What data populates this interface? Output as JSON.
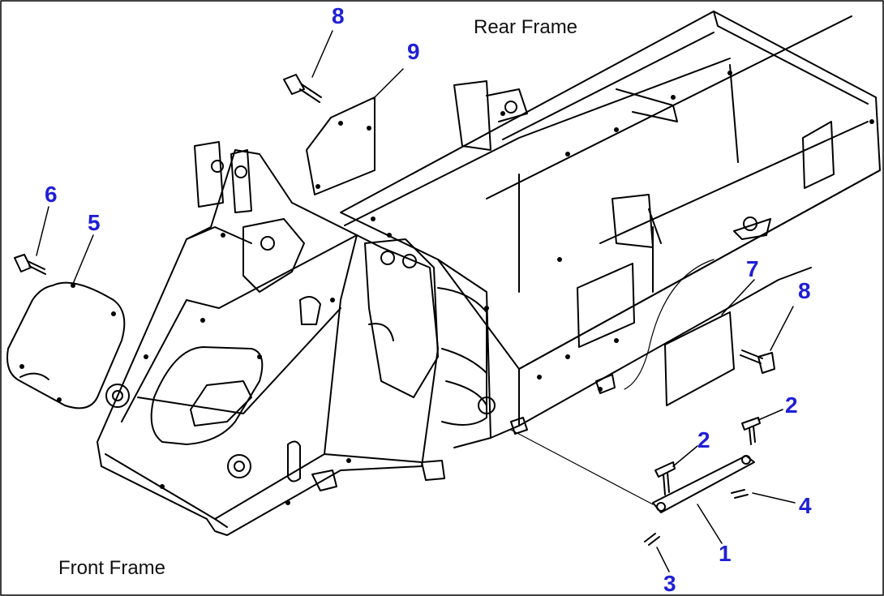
{
  "labels": {
    "rear_frame": "Rear Frame",
    "front_frame": "Front Frame"
  },
  "callouts": {
    "c1": "1",
    "c2a": "2",
    "c2b": "2",
    "c3": "3",
    "c4": "4",
    "c5": "5",
    "c6": "6",
    "c7": "7",
    "c8a": "8",
    "c8b": "8",
    "c9": "9"
  },
  "colors": {
    "callout": "#1f1fd6",
    "linework": "#000000"
  }
}
